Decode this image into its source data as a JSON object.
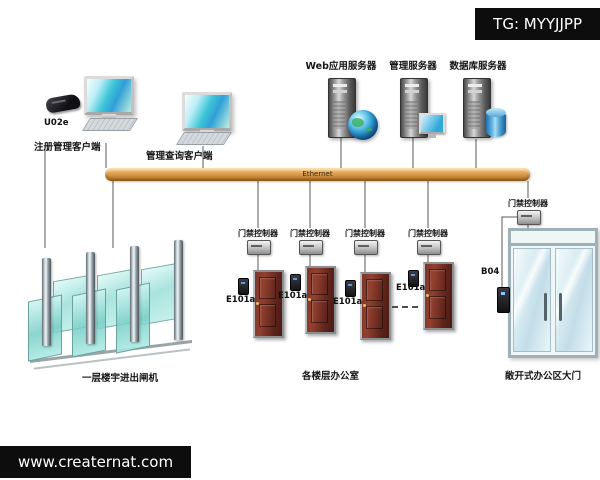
{
  "badges": {
    "tg": "TG: MYYJJPP",
    "website": "www.creaternat.com"
  },
  "network": {
    "bus_label": "Ethernet"
  },
  "clients": [
    {
      "label": "注册管理客户端",
      "device_label": "U02e"
    },
    {
      "label": "管理查询客户端"
    }
  ],
  "servers": [
    {
      "label": "Web应用服务器"
    },
    {
      "label": "管理服务器"
    },
    {
      "label": "数据库服务器"
    }
  ],
  "office_doors": {
    "zone_label": "各楼层办公室",
    "groups": [
      {
        "controller": "门禁控制器",
        "reader": "E101a"
      },
      {
        "controller": "门禁控制器",
        "reader": "E101a"
      },
      {
        "controller": "门禁控制器",
        "reader": "E101a"
      },
      {
        "controller": "门禁控制器",
        "reader": "E101a"
      }
    ]
  },
  "main_gate": {
    "zone_label": "敞开式办公区大门",
    "controller": "门禁控制器",
    "reader": "B04"
  },
  "turnstile": {
    "zone_label": "一层楼宇进出闸机"
  },
  "colors": {
    "ethernet_bus": "#d89a45",
    "office_door": "#6e2c22",
    "badge_bg": "#0d0d0d",
    "glass": "#8fd0ca"
  }
}
